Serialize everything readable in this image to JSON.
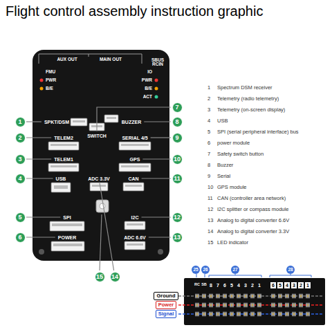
{
  "diagram": {
    "title": "Flight control assembly instruction graphic",
    "nodes": [
      {
        "text": [
          "AUX OUT",
          "MAIN OUT",
          "SBUS RCIN"
        ]
      },
      {
        "text": [
          "SPKT/DSM"
        ],
        "in": 0
      },
      {
        "text": [
          "SWITCH"
        ],
        "in": 0
      },
      {
        "text": [
          "BUZZER"
        ],
        "in": 0
      },
      {
        "text": [
          "TELEM2"
        ],
        "in": 0
      },
      {
        "text": [
          "SERIAL 4/5"
        ],
        "in": 0
      },
      {
        "text": [
          "TELEM1"
        ],
        "in": 0
      },
      {
        "text": [
          "GPS"
        ],
        "in": 0
      },
      {
        "text": [
          "USB"
        ],
        "in": 0
      },
      {
        "text": [
          "ADC 3.3V"
        ],
        "in": 0
      },
      {
        "text": [
          "CAN"
        ],
        "in": 0
      },
      {
        "text": [
          "SPI"
        ],
        "in": 0
      },
      {
        "text": [
          "I2C"
        ],
        "in": 0
      },
      {
        "text": [
          "POWER"
        ],
        "in": 0
      },
      {
        "text": [
          "ADC 6.6V"
        ],
        "in": 0
      },
      {
        "text": [
          "1"
        ]
      },
      {
        "text": [
          "2"
        ]
      },
      {
        "text": [
          "3"
        ]
      },
      {
        "text": [
          "4"
        ]
      },
      {
        "text": [
          "5"
        ]
      },
      {
        "text": [
          "6"
        ]
      },
      {
        "text": [
          "7"
        ]
      },
      {
        "text": [
          "8"
        ]
      },
      {
        "text": [
          "9"
        ]
      },
      {
        "text": [
          "10"
        ]
      },
      {
        "text": [
          "11"
        ]
      },
      {
        "text": [
          "12"
        ]
      },
      {
        "text": [
          "13"
        ]
      },
      {
        "text": [
          "14"
        ]
      },
      {
        "text": [
          "15"
        ]
      },
      {
        "text": [
          "25"
        ]
      },
      {
        "text": [
          "26"
        ]
      },
      {
        "text": [
          "27"
        ]
      },
      {
        "text": [
          "28"
        ]
      },
      {
        "text": [
          "Ground"
        ]
      },
      {
        "text": [
          "Power"
        ]
      },
      {
        "text": [
          "Signal"
        ]
      }
    ],
    "edges": [
      {
        "from": 15,
        "to": 1,
        "arrow": "none"
      },
      {
        "from": 16,
        "to": 4,
        "arrow": "none"
      },
      {
        "from": 17,
        "to": 6,
        "arrow": "none"
      },
      {
        "from": 18,
        "to": 8,
        "arrow": "none"
      },
      {
        "from": 19,
        "to": 11,
        "arrow": "none"
      },
      {
        "from": 20,
        "to": 13,
        "arrow": "none"
      },
      {
        "from": 21,
        "to": 2,
        "arrow": "none"
      },
      {
        "from": 22,
        "to": 3,
        "arrow": "none"
      },
      {
        "from": 23,
        "to": 5,
        "arrow": "none"
      },
      {
        "from": 24,
        "to": 7,
        "arrow": "none"
      },
      {
        "from": 25,
        "to": 10,
        "arrow": "none"
      },
      {
        "from": 26,
        "to": 12,
        "arrow": "none"
      },
      {
        "from": 27,
        "to": 14,
        "arrow": "none"
      },
      {
        "from": 28,
        "to": 9,
        "arrow": "none"
      }
    ],
    "labels": [
      "FMU",
      "PWR",
      "B/E",
      "IO",
      "PWR",
      "B/E",
      "ACT",
      "1",
      "Spectrum DSM receiver",
      "2",
      "Telemetry (radio telemetry)",
      "3",
      "Telemetry (on-screen display)",
      "4",
      "USB",
      "5",
      "SPI (serial peripheral interface) bus",
      "6",
      "power module",
      "7",
      "Safety switch button",
      "8",
      "Buzzer",
      "9",
      "Serial",
      "10",
      "GPS module",
      "11",
      "CAN (controller area network)",
      "12",
      "I2C splitter or compass module",
      "13",
      "Analog to digital converter 6.6V",
      "14",
      "Analog to digital converter 3.3V",
      "15",
      "LED indicator",
      "RC",
      "SB",
      "8",
      "7",
      "6",
      "5",
      "4",
      "3",
      "2",
      "1",
      "6",
      "5",
      "4",
      "3",
      "2",
      "1"
    ]
  }
}
